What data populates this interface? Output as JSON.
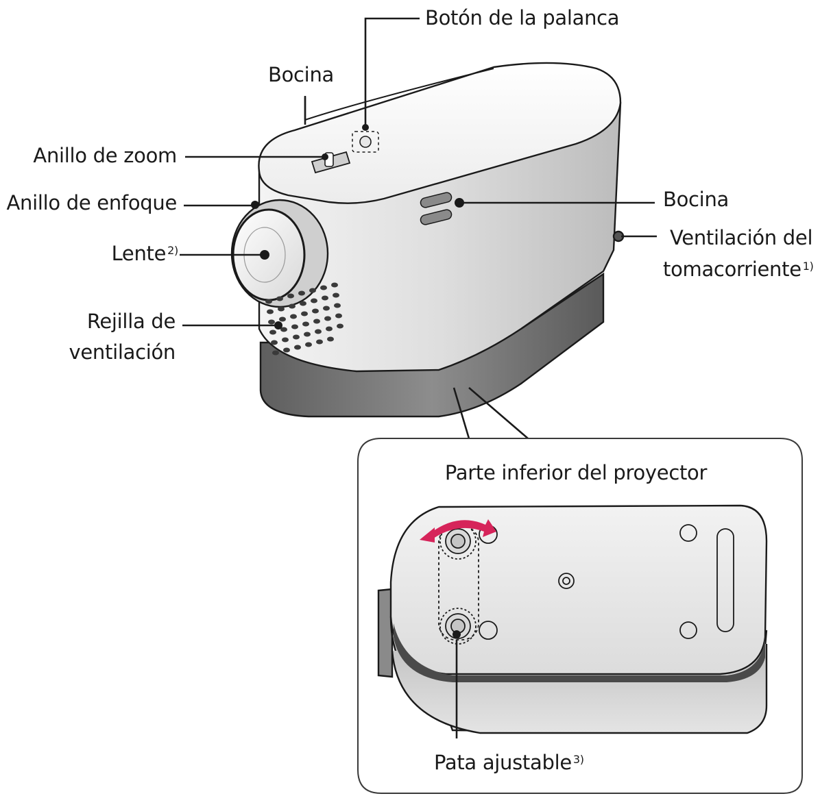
{
  "labels": {
    "boton_palanca": "Botón de la palanca",
    "bocina_top": "Bocina",
    "anillo_zoom": "Anillo de zoom",
    "anillo_enfoque": "Anillo de enfoque",
    "lente": "Lente",
    "lente_note": "2)",
    "rejilla_line1": "Rejilla de",
    "rejilla_line2": "ventilación",
    "bocina_right": "Bocina",
    "ventilacion_line1": "Ventilación del",
    "ventilacion_line2": "tomacorriente",
    "ventilacion_note": "1)",
    "inset_title": "Parte inferior del proyector",
    "pata": "Pata ajustable",
    "pata_note": "3)"
  },
  "colors": {
    "line": "#1a1a1a",
    "body_light": "#e9e9e9",
    "body_shade": "#bdbdbd",
    "base_dark": "#6f6f6f",
    "arrow": "#d6245a"
  }
}
